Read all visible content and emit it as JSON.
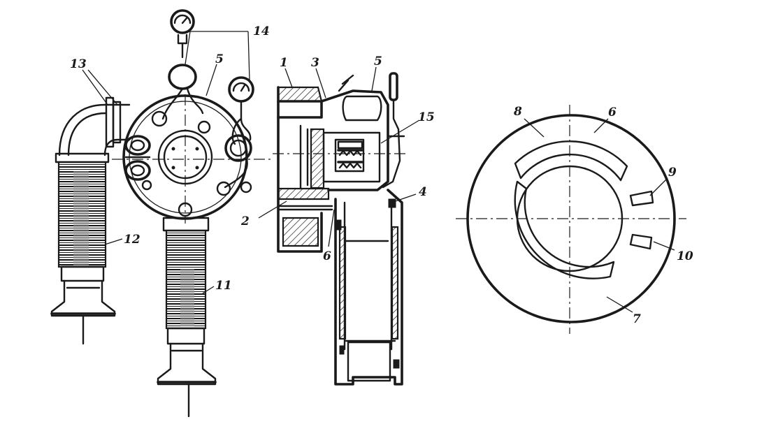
{
  "labels": {
    "l1": "1",
    "l2": "2",
    "l3": "3",
    "l4": "4",
    "l5a": "5",
    "l5b": "5",
    "l6a": "6",
    "l6b": "6",
    "l7": "7",
    "l8": "8",
    "l9": "9",
    "l10": "10",
    "l11": "11",
    "l12": "12",
    "l13": "13",
    "l14": "14",
    "l15": "15"
  },
  "colors": {
    "ink": "#1a1a1a",
    "paper": "#ffffff"
  }
}
